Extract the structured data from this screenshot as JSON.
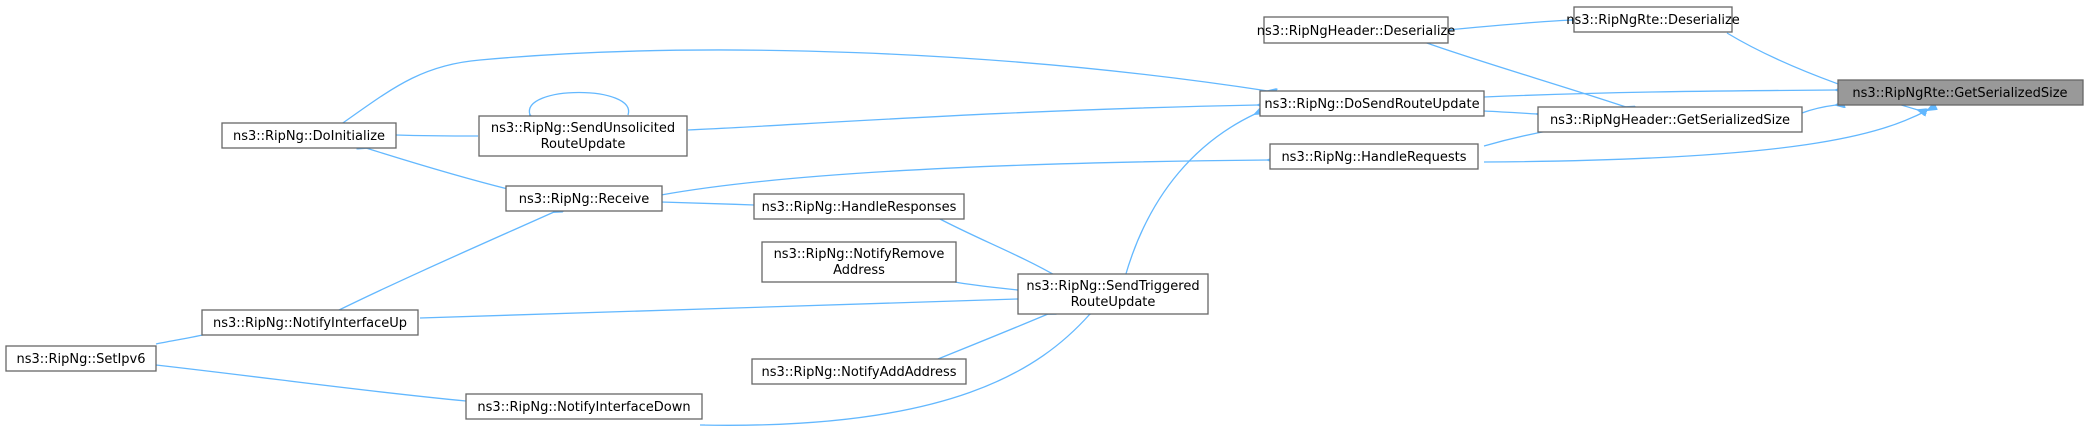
{
  "diagram": {
    "accent_color": "#63b8ff",
    "root_fill": "#999999",
    "border_color": "#666666",
    "nodes": {
      "getserializedsize_rte": {
        "lines": [
          "ns3::RipNgRte::GetSerializedSize"
        ]
      },
      "deserialize_header": {
        "lines": [
          "ns3::RipNgHeader::Deserialize"
        ]
      },
      "deserialize_rte": {
        "lines": [
          "ns3::RipNgRte::Deserialize"
        ]
      },
      "dosendrouteupdate": {
        "lines": [
          "ns3::RipNg::DoSendRouteUpdate"
        ]
      },
      "getserializedsize_header": {
        "lines": [
          "ns3::RipNgHeader::GetSerializedSize"
        ]
      },
      "handlerequests": {
        "lines": [
          "ns3::RipNg::HandleRequests"
        ]
      },
      "doinitialize": {
        "lines": [
          "ns3::RipNg::DoInitialize"
        ]
      },
      "sendunsolicited": {
        "lines": [
          "ns3::RipNg::SendUnsolicited",
          "RouteUpdate"
        ]
      },
      "receive": {
        "lines": [
          "ns3::RipNg::Receive"
        ]
      },
      "handleresponses": {
        "lines": [
          "ns3::RipNg::HandleResponses"
        ]
      },
      "notifyremove": {
        "lines": [
          "ns3::RipNg::NotifyRemove",
          "Address"
        ]
      },
      "sendtriggered": {
        "lines": [
          "ns3::RipNg::SendTriggered",
          "RouteUpdate"
        ]
      },
      "notifyinterfaceup": {
        "lines": [
          "ns3::RipNg::NotifyInterfaceUp"
        ]
      },
      "setipv6": {
        "lines": [
          "ns3::RipNg::SetIpv6"
        ]
      },
      "notifyaddaddress": {
        "lines": [
          "ns3::RipNg::NotifyAddAddress"
        ]
      },
      "notifyinterfacedown": {
        "lines": [
          "ns3::RipNg::NotifyInterfaceDown"
        ]
      }
    }
  }
}
